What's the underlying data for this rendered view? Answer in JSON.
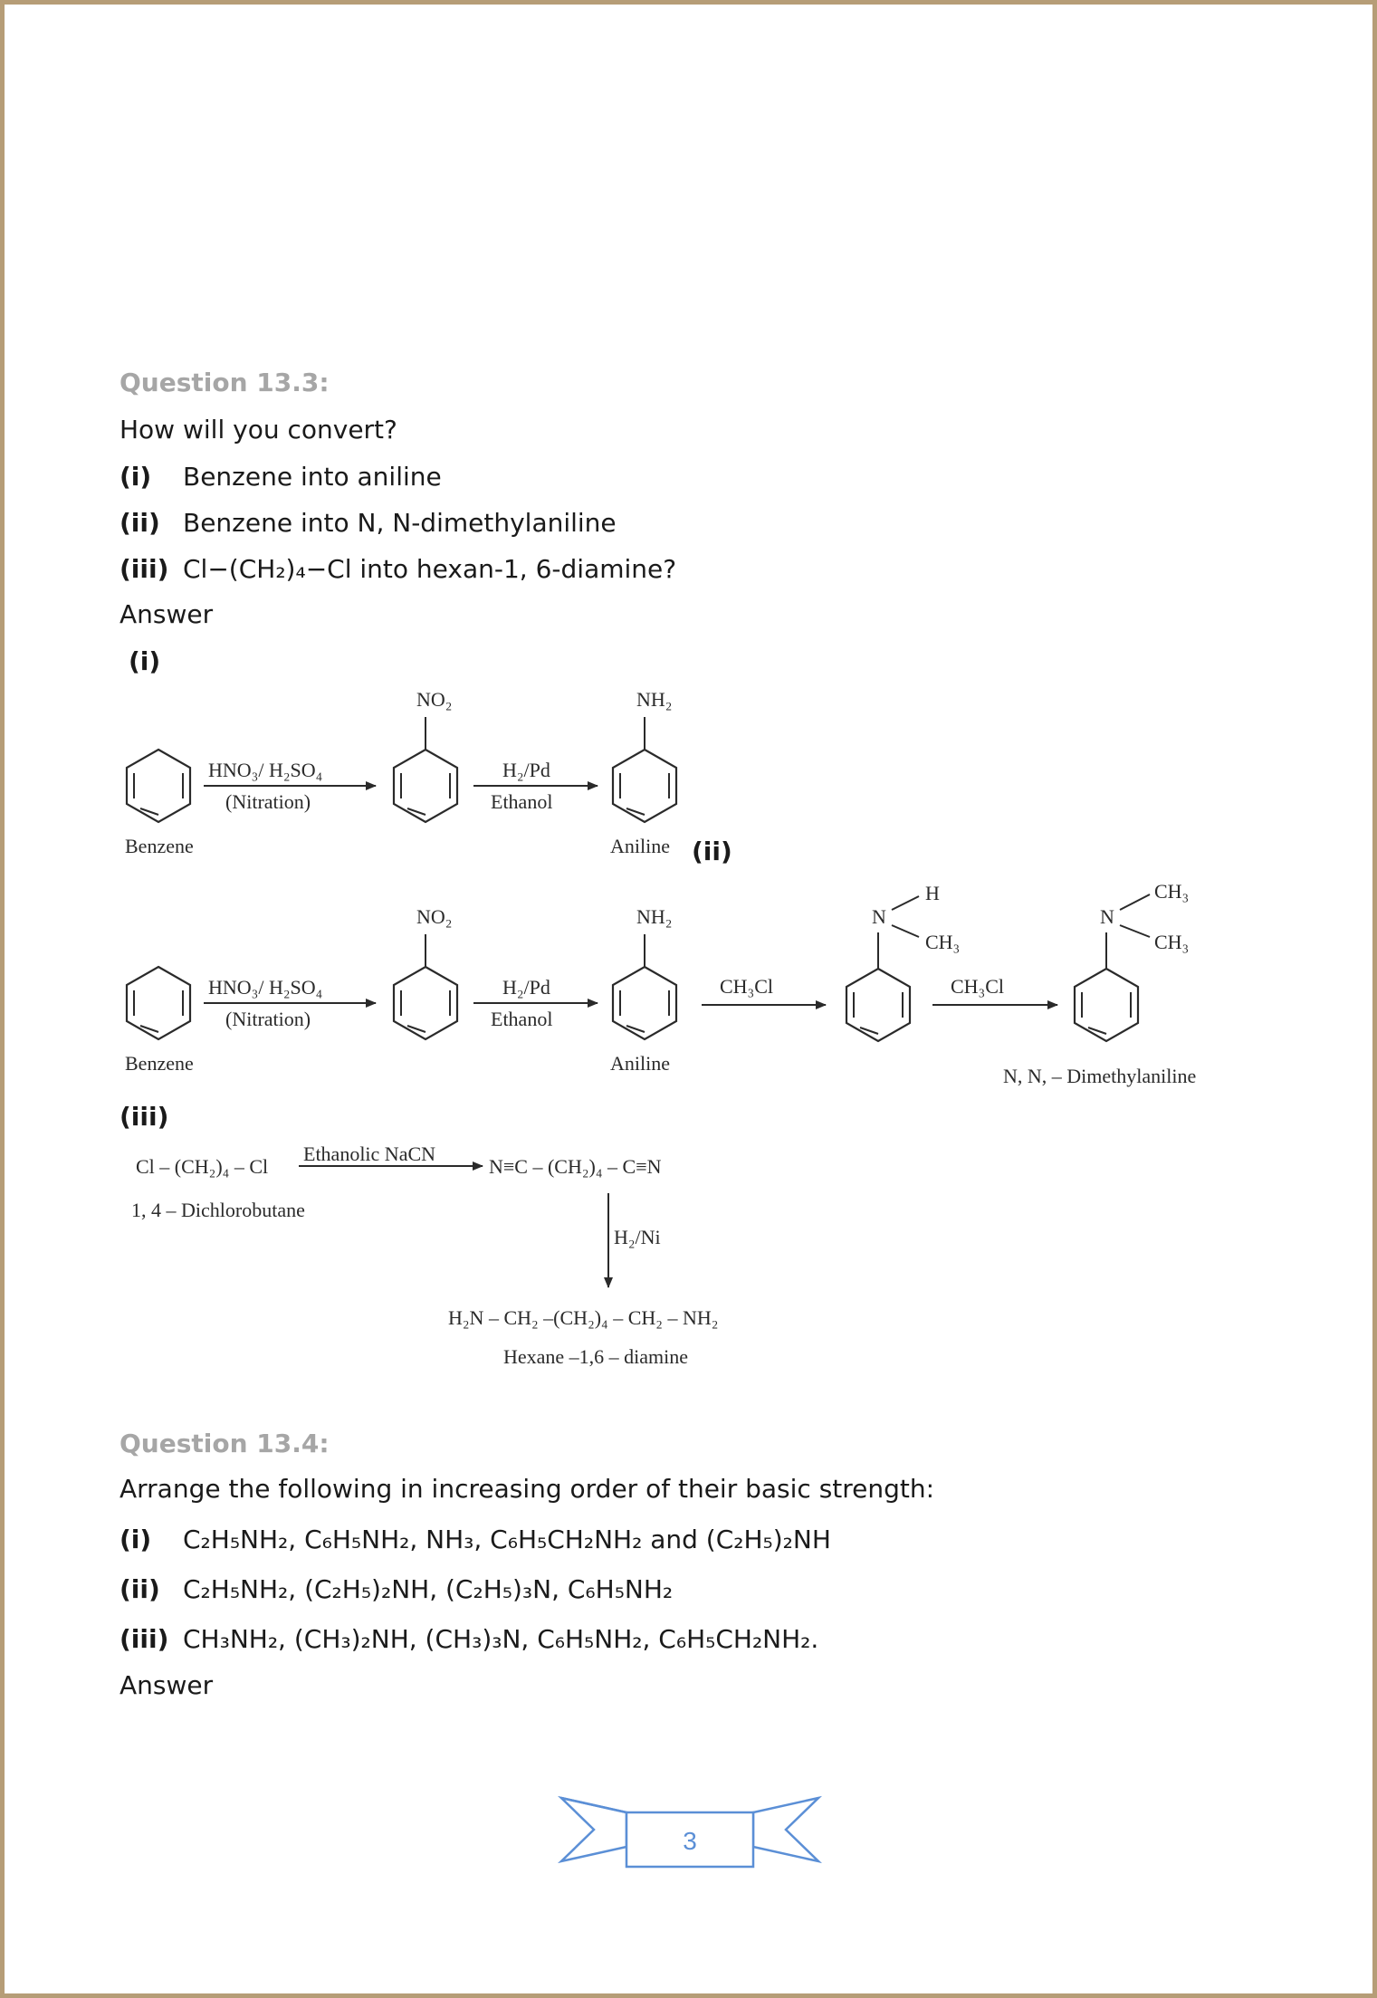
{
  "question_13_3": {
    "title": "Question 13.3:",
    "prompt": "How will you convert?",
    "items": [
      {
        "label": "(i)",
        "text": "Benzene into aniline"
      },
      {
        "label": "(ii)",
        "text": "Benzene into N, N-dimethylaniline"
      },
      {
        "label": "(iii)",
        "text": "Cl−(CH₂)₄−Cl into hexan-1, 6-diamine?"
      }
    ],
    "answer_label": "Answer",
    "answer_parts": [
      "(i)",
      "(ii)",
      "(iii)"
    ]
  },
  "scheme_i": {
    "benzene": "Benzene",
    "reagent1": "HNO₃/ H₂SO₄",
    "condition1": "(Nitration)",
    "reagent2": "H₂/Pd",
    "condition2": "Ethanol",
    "product": "Aniline",
    "no2": "NO₂",
    "nh2": "NH₂"
  },
  "scheme_ii": {
    "benzene": "Benzene",
    "reagent1": "HNO₃/ H₂SO₄",
    "condition1": "(Nitration)",
    "reagent2": "H₂/Pd",
    "condition2": "Ethanol",
    "aniline": "Aniline",
    "reagent3": "CH₃Cl",
    "reagent4": "CH₃Cl",
    "product": "N, N, – Dimethylaniline",
    "no2": "NO₂",
    "nh2": "NH₂",
    "n": "N",
    "h": "H",
    "ch3": "CH₃"
  },
  "scheme_iii": {
    "reactant": "Cl – (CH₂)₄ – Cl",
    "reactant_name": "1, 4 – Dichlorobutane",
    "reagent1": "Ethanolic NaCN",
    "intermediate": "N≡C – (CH₂)₄ – C≡N",
    "reagent2": "H₂/Ni",
    "product": "H₂N – CH₂ –(CH₂)₄ – CH₂ – NH₂",
    "product_name": "Hexane –1,6 – diamine"
  },
  "question_13_4": {
    "title": "Question 13.4:",
    "prompt": "Arrange the following in increasing order of their basic strength:",
    "items": [
      {
        "label": "(i)",
        "text": "C₂H₅NH₂, C₆H₅NH₂, NH₃, C₆H₅CH₂NH₂ and (C₂H₅)₂NH"
      },
      {
        "label": "(ii)",
        "text": "C₂H₅NH₂, (C₂H₅)₂NH, (C₂H₅)₃N, C₆H₅NH₂"
      },
      {
        "label": "(iii)",
        "text": "CH₃NH₂, (CH₃)₂NH, (CH₃)₃N, C₆H₅NH₂, C₆H₅CH₂NH₂."
      }
    ],
    "answer_label": "Answer"
  },
  "footer": {
    "page_number": "3",
    "ribbon_color": "#5b8fd6"
  }
}
